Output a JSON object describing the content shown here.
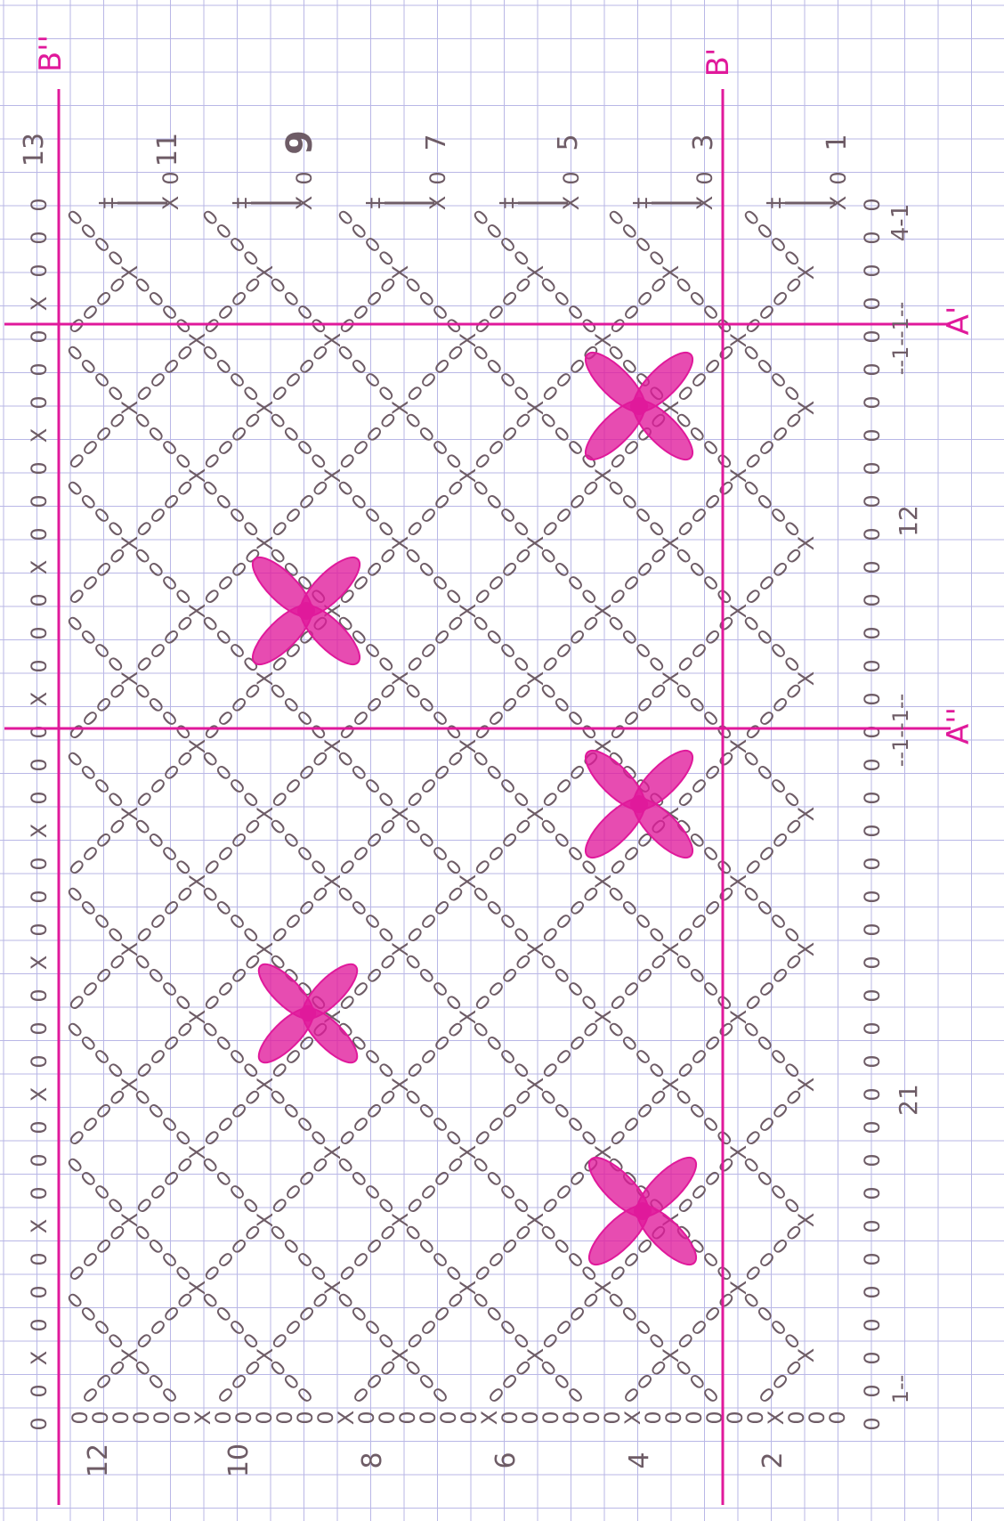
{
  "colors": {
    "paper": "#ffffff",
    "grid": "#b9b7e6",
    "ink": "#6e5c66",
    "accent": "#e0199b",
    "flower_fill": "#e0199b"
  },
  "guide_labels": {
    "b_double": "B''",
    "b_single": "B'",
    "a_single": "A'",
    "a_double": "A''"
  },
  "row_numbers_odd": [
    "13",
    "11",
    "9",
    "7",
    "5",
    "3",
    "1"
  ],
  "row_numbers_even": [
    "12",
    "10",
    "8",
    "6",
    "4",
    "2"
  ],
  "side_notes": {
    "top_count": "4-1",
    "upper_mark": "--1--1--",
    "mid_count": "12",
    "middle_mark": "--1--1--",
    "lower_count": "21",
    "bottom_mark": "1--"
  },
  "legend_symbols": {
    "chain": "0",
    "single_crochet": "X",
    "double_crochet": "‡",
    "flower": "flower-motif"
  },
  "flowers_count": 5
}
